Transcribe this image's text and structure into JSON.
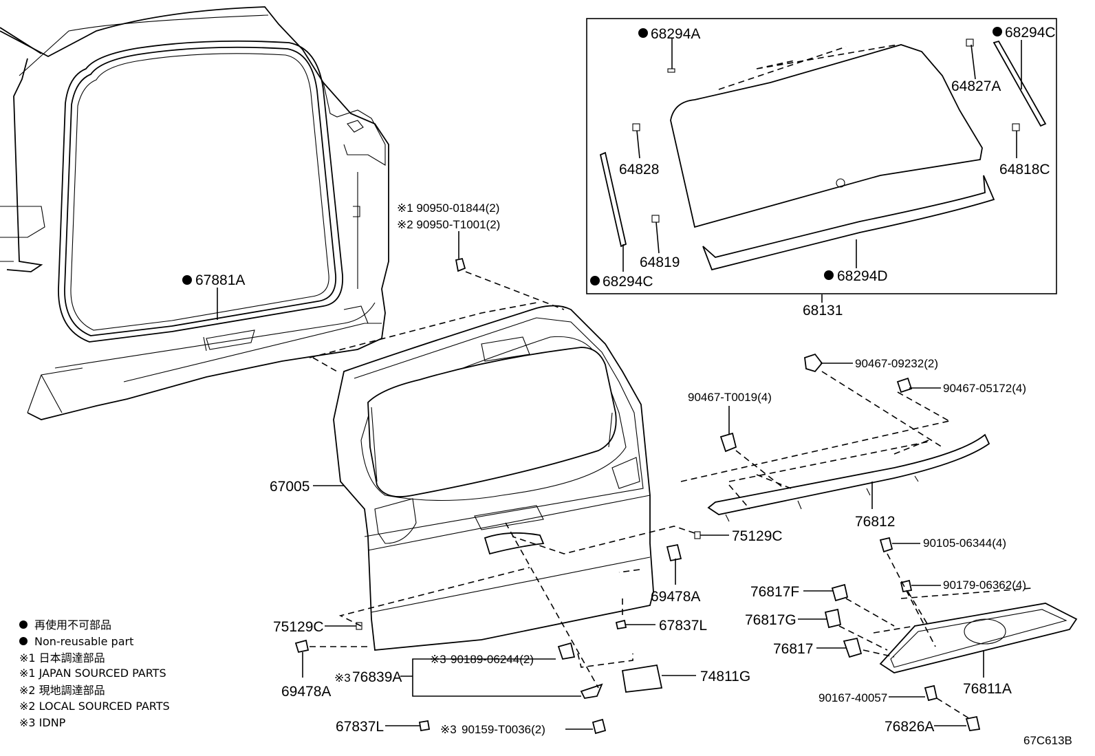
{
  "callouts": {
    "p67881A": "67881A",
    "p68294A": "68294A",
    "p68294C_top": "68294C",
    "p64827A": "64827A",
    "p64828": "64828",
    "p64818C": "64818C",
    "p64819": "64819",
    "p68294C_left": "68294C",
    "p68294D": "68294D",
    "p68131": "68131",
    "clip_sourced_1": "※1 90950-01844(2)",
    "clip_sourced_2": "※2 90950-T1001(2)",
    "p90467_09232": "90467-09232(2)",
    "p90467_05172": "90467-05172(4)",
    "p90467_T0019": "90467-T0019(4)",
    "p67005": "67005",
    "p76812": "76812",
    "p75129C_right": "75129C",
    "p90105_06344": "90105-06344(4)",
    "p69478A_right": "69478A",
    "p90179_06362": "90179-06362(4)",
    "p76817F": "76817F",
    "p76817G": "76817G",
    "p76817": "76817",
    "p76811A": "76811A",
    "p75129C_left": "75129C",
    "p67837L_right": "67837L",
    "p74811G": "74811G",
    "p69478A_left": "69478A",
    "p76839A": "76839A",
    "p90189_06244": "90189-06244(2)",
    "p90167_40057": "90167-40057",
    "p76826A": "76826A",
    "p67837L_left": "67837L",
    "p90159_T0036": "90159-T0036(2)",
    "idnp_mark": "※3"
  },
  "legend": {
    "nonreusable_jp": "再使用不可部品",
    "nonreusable_en": "Non-reusable part",
    "japan_jp": "※1 日本調達部品",
    "japan_en": "※1 JAPAN SOURCED PARTS",
    "local_jp": "※2 現地調達部品",
    "local_en": "※2 LOCAL SOURCED PARTS",
    "idnp": "※3 IDNP"
  },
  "figure_code": "67C613B"
}
